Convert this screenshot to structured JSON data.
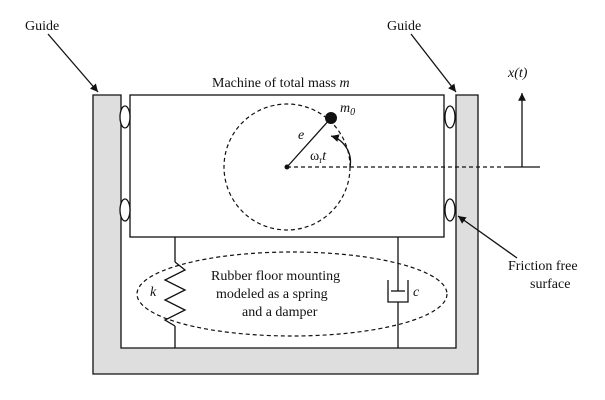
{
  "labels": {
    "guide_left": "Guide",
    "guide_right": "Guide",
    "machine_prefix": "Machine of total mass ",
    "machine_symbol": "m",
    "mass_main": "m",
    "mass_sub": "0",
    "eccentricity": "e",
    "omega": "ω",
    "omega_sub": "r",
    "time": "t",
    "displacement": "x(t)",
    "spring": "k",
    "damper": "c",
    "mount_line1": "Rubber floor mounting",
    "mount_line2": "modeled as a spring",
    "mount_line3": "and a damper",
    "friction_line1": "Friction free",
    "friction_line2": "surface"
  },
  "colors": {
    "ink": "#111111",
    "guide_fill": "#dedede",
    "background": "#ffffff"
  }
}
